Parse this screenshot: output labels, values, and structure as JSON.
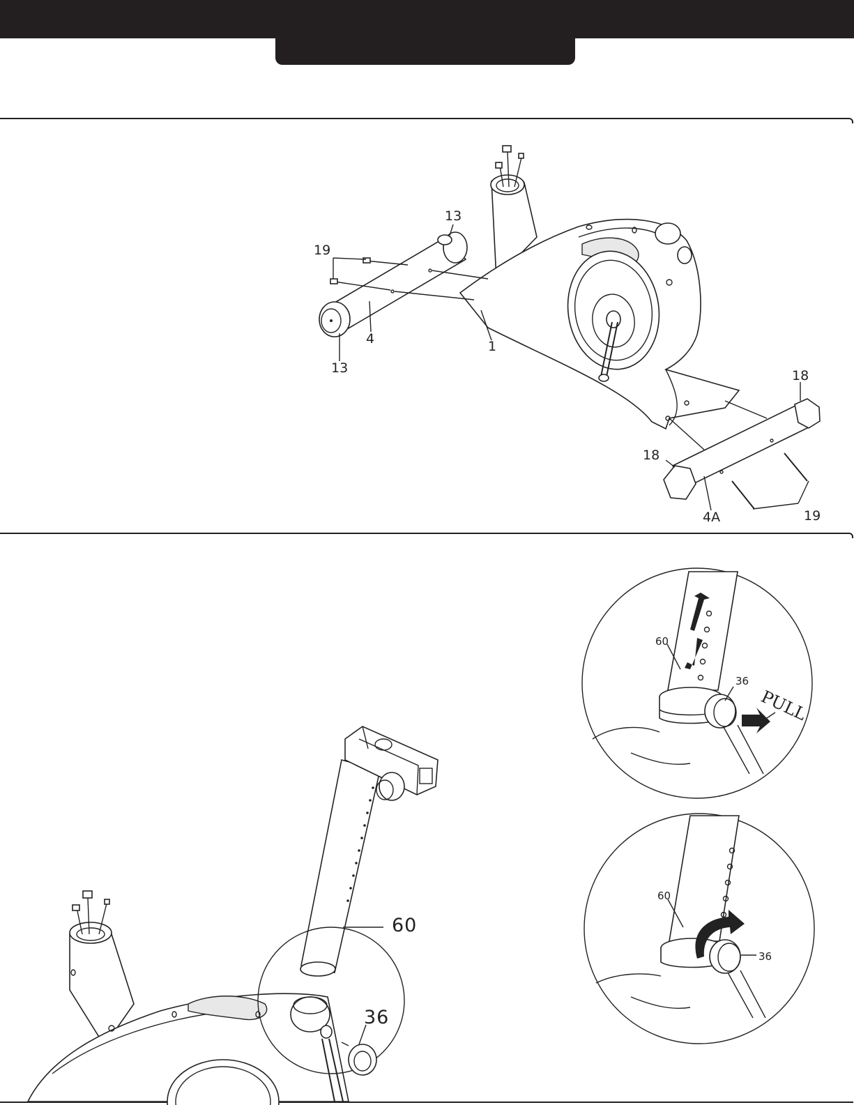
{
  "step1": {
    "labels": {
      "bolt_left": "19",
      "cap_top": "13",
      "cap_bottom": "13",
      "front_tube": "4",
      "main_frame": "1",
      "cap_rear_right": "18",
      "cap_rear_left": "18",
      "rear_tube": "4A",
      "bolt_right": "19"
    }
  },
  "step2": {
    "labels": {
      "seat_post": "60",
      "knob": "36"
    },
    "detail_top": {
      "post": "60",
      "knob": "36",
      "action": "PULL"
    },
    "detail_bottom": {
      "post": "60",
      "knob": "36"
    }
  },
  "colors": {
    "header": "#231f20",
    "link": "#2a3fcf"
  }
}
